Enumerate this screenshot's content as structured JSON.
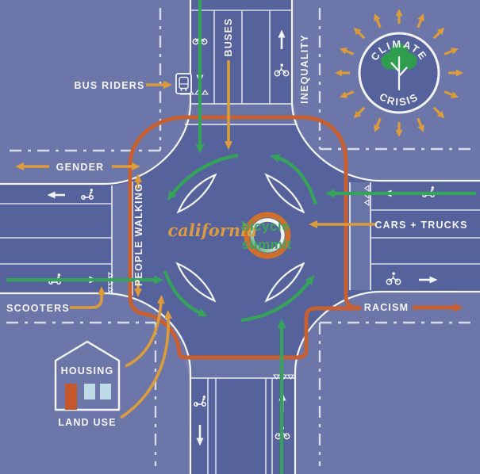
{
  "title": "California Bicycle Summit roundabout infographic",
  "labels": {
    "bus_riders": "BUS RIDERS",
    "buses": "BUSES",
    "inequality": "INEQUALITY",
    "gender": "GENDER",
    "people_walking": "PEOPLE WALKING",
    "scooters": "SCOOTERS",
    "cars_trucks": "CARS + TRUCKS",
    "racism": "RACISM",
    "housing": "HOUSING",
    "land_use": "LAND USE",
    "climate": "CLIMATE",
    "crisis": "CRISIS"
  },
  "logo": {
    "line1": "california",
    "line2": "bicycle",
    "line3": "summit"
  },
  "icons": [
    "bus-stop-icon",
    "house-icon",
    "tree-icon",
    "bicycle-icon",
    "scooter-icon",
    "roundabout-petal",
    "sun-ray-arrows"
  ],
  "colors": {
    "background": "#6c76a9",
    "road": "#56629B",
    "line_white": "#f4f5f9",
    "gold_arrow": "#DC9C3C",
    "red_route": "#C75F31",
    "green_arrow": "#36A35A",
    "tree_green": "#2E9E4E",
    "door_red": "#C4572C",
    "window_blue": "#BFDBE8",
    "ring_orange": "#CE6F2D",
    "logo_orange": "#DA9A41",
    "logo_green": "#3fa45c"
  }
}
